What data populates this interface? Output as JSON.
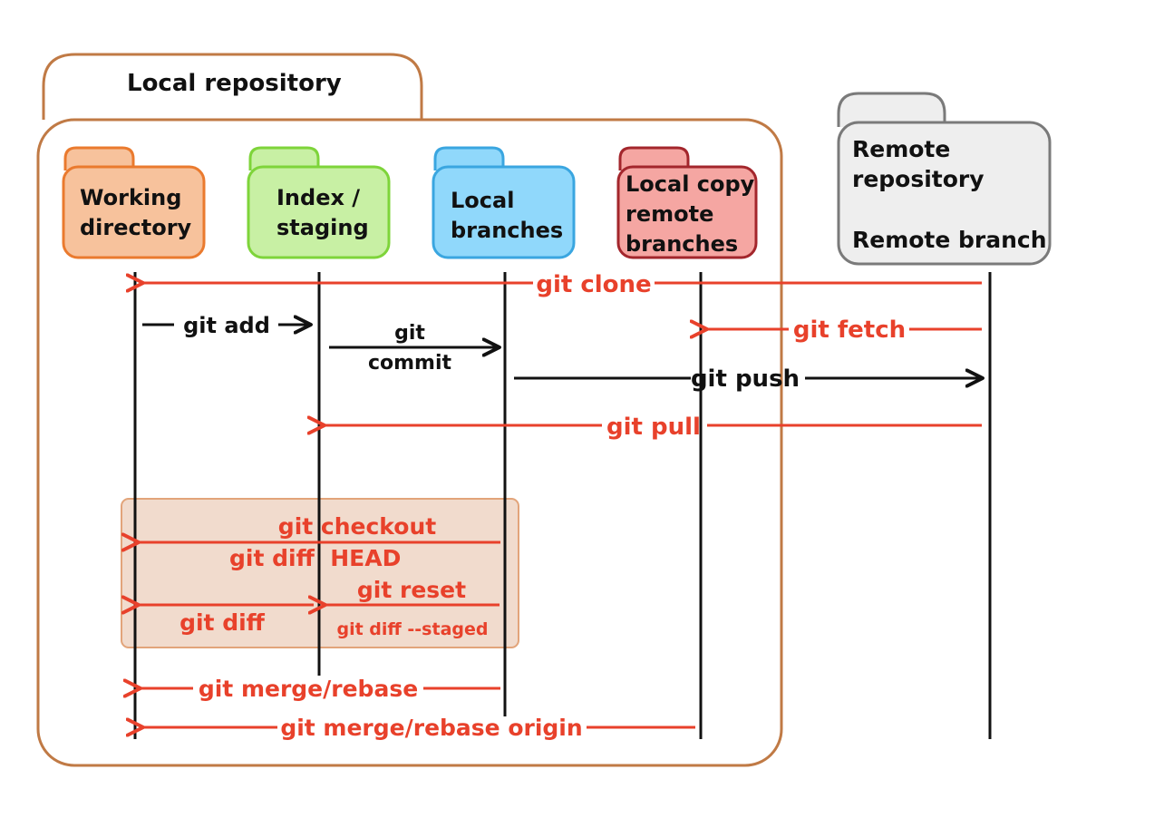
{
  "local_repository": {
    "title": "Local repository"
  },
  "remote_repository": {
    "line1": "Remote",
    "line2": "repository",
    "line3": "Remote branch"
  },
  "areas": {
    "working": {
      "line1": "Working",
      "line2": "directory"
    },
    "index": {
      "line1": "Index /",
      "line2": "staging"
    },
    "local_branches": {
      "line1": "Local",
      "line2": "branches"
    },
    "remote_copy": {
      "line1": "Local copy",
      "line2": "remote",
      "line3": "branches"
    }
  },
  "commands": {
    "clone": "git clone",
    "add": "git add",
    "commit_line1": "git",
    "commit_line2": "commit",
    "fetch": "git fetch",
    "push": "git push",
    "pull": "git pull",
    "checkout": "git checkout",
    "diff_head": "git diff  HEAD",
    "reset": "git reset",
    "diff": "git diff",
    "diff_staged": "git diff --staged",
    "merge_rebase": "git merge/rebase",
    "merge_rebase_origin": "git merge/rebase origin"
  },
  "colors": {
    "working": "#f7c29c",
    "working_border": "#ea7a2e",
    "index": "#c8f0a4",
    "index_border": "#7ed43a",
    "local": "#90d8fb",
    "local_border": "#3aa6e0",
    "remote_copy": "#f5a6a2",
    "remote_copy_border": "#a3262c",
    "remote": "#eeeeee",
    "remote_border": "#7a7a7a",
    "repo_border": "#c07a45",
    "command_red": "#e8412b",
    "reset_box": "#f1dbcd"
  }
}
